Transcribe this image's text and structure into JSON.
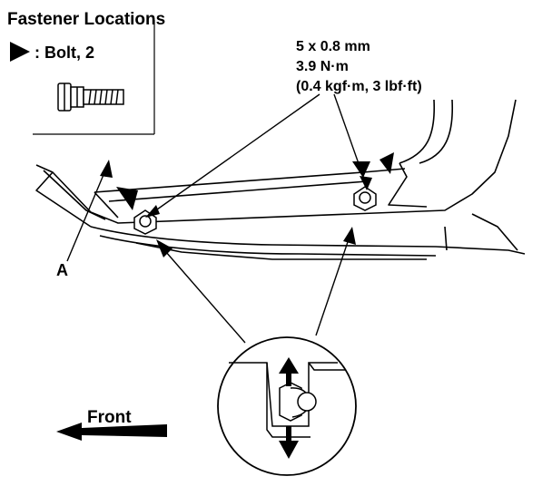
{
  "title": "Fastener Locations",
  "legend": {
    "marker_icon": "triangle-marker-icon",
    "label": ": Bolt, 2"
  },
  "spec": {
    "size": "5 x 0.8 mm",
    "torque_nm": "3.9 N·m",
    "torque_alt": "(0.4 kgf·m, 3 lbf·ft)"
  },
  "callout_a": "A",
  "front_label": "Front",
  "colors": {
    "line": "#000000",
    "background": "#ffffff"
  }
}
